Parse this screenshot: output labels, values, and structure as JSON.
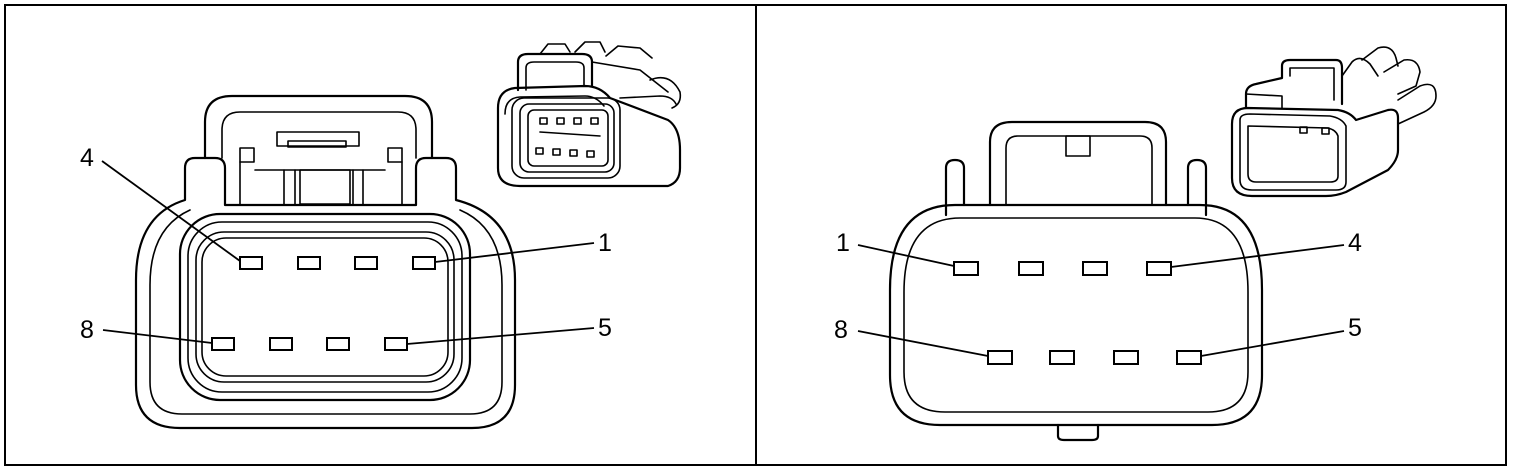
{
  "panels": [
    {
      "callouts": {
        "top_left": "4",
        "top_right": "1",
        "bottom_left": "8",
        "bottom_right": "5"
      }
    },
    {
      "callouts": {
        "top_left": "1",
        "top_right": "4",
        "bottom_left": "8",
        "bottom_right": "5"
      }
    }
  ]
}
